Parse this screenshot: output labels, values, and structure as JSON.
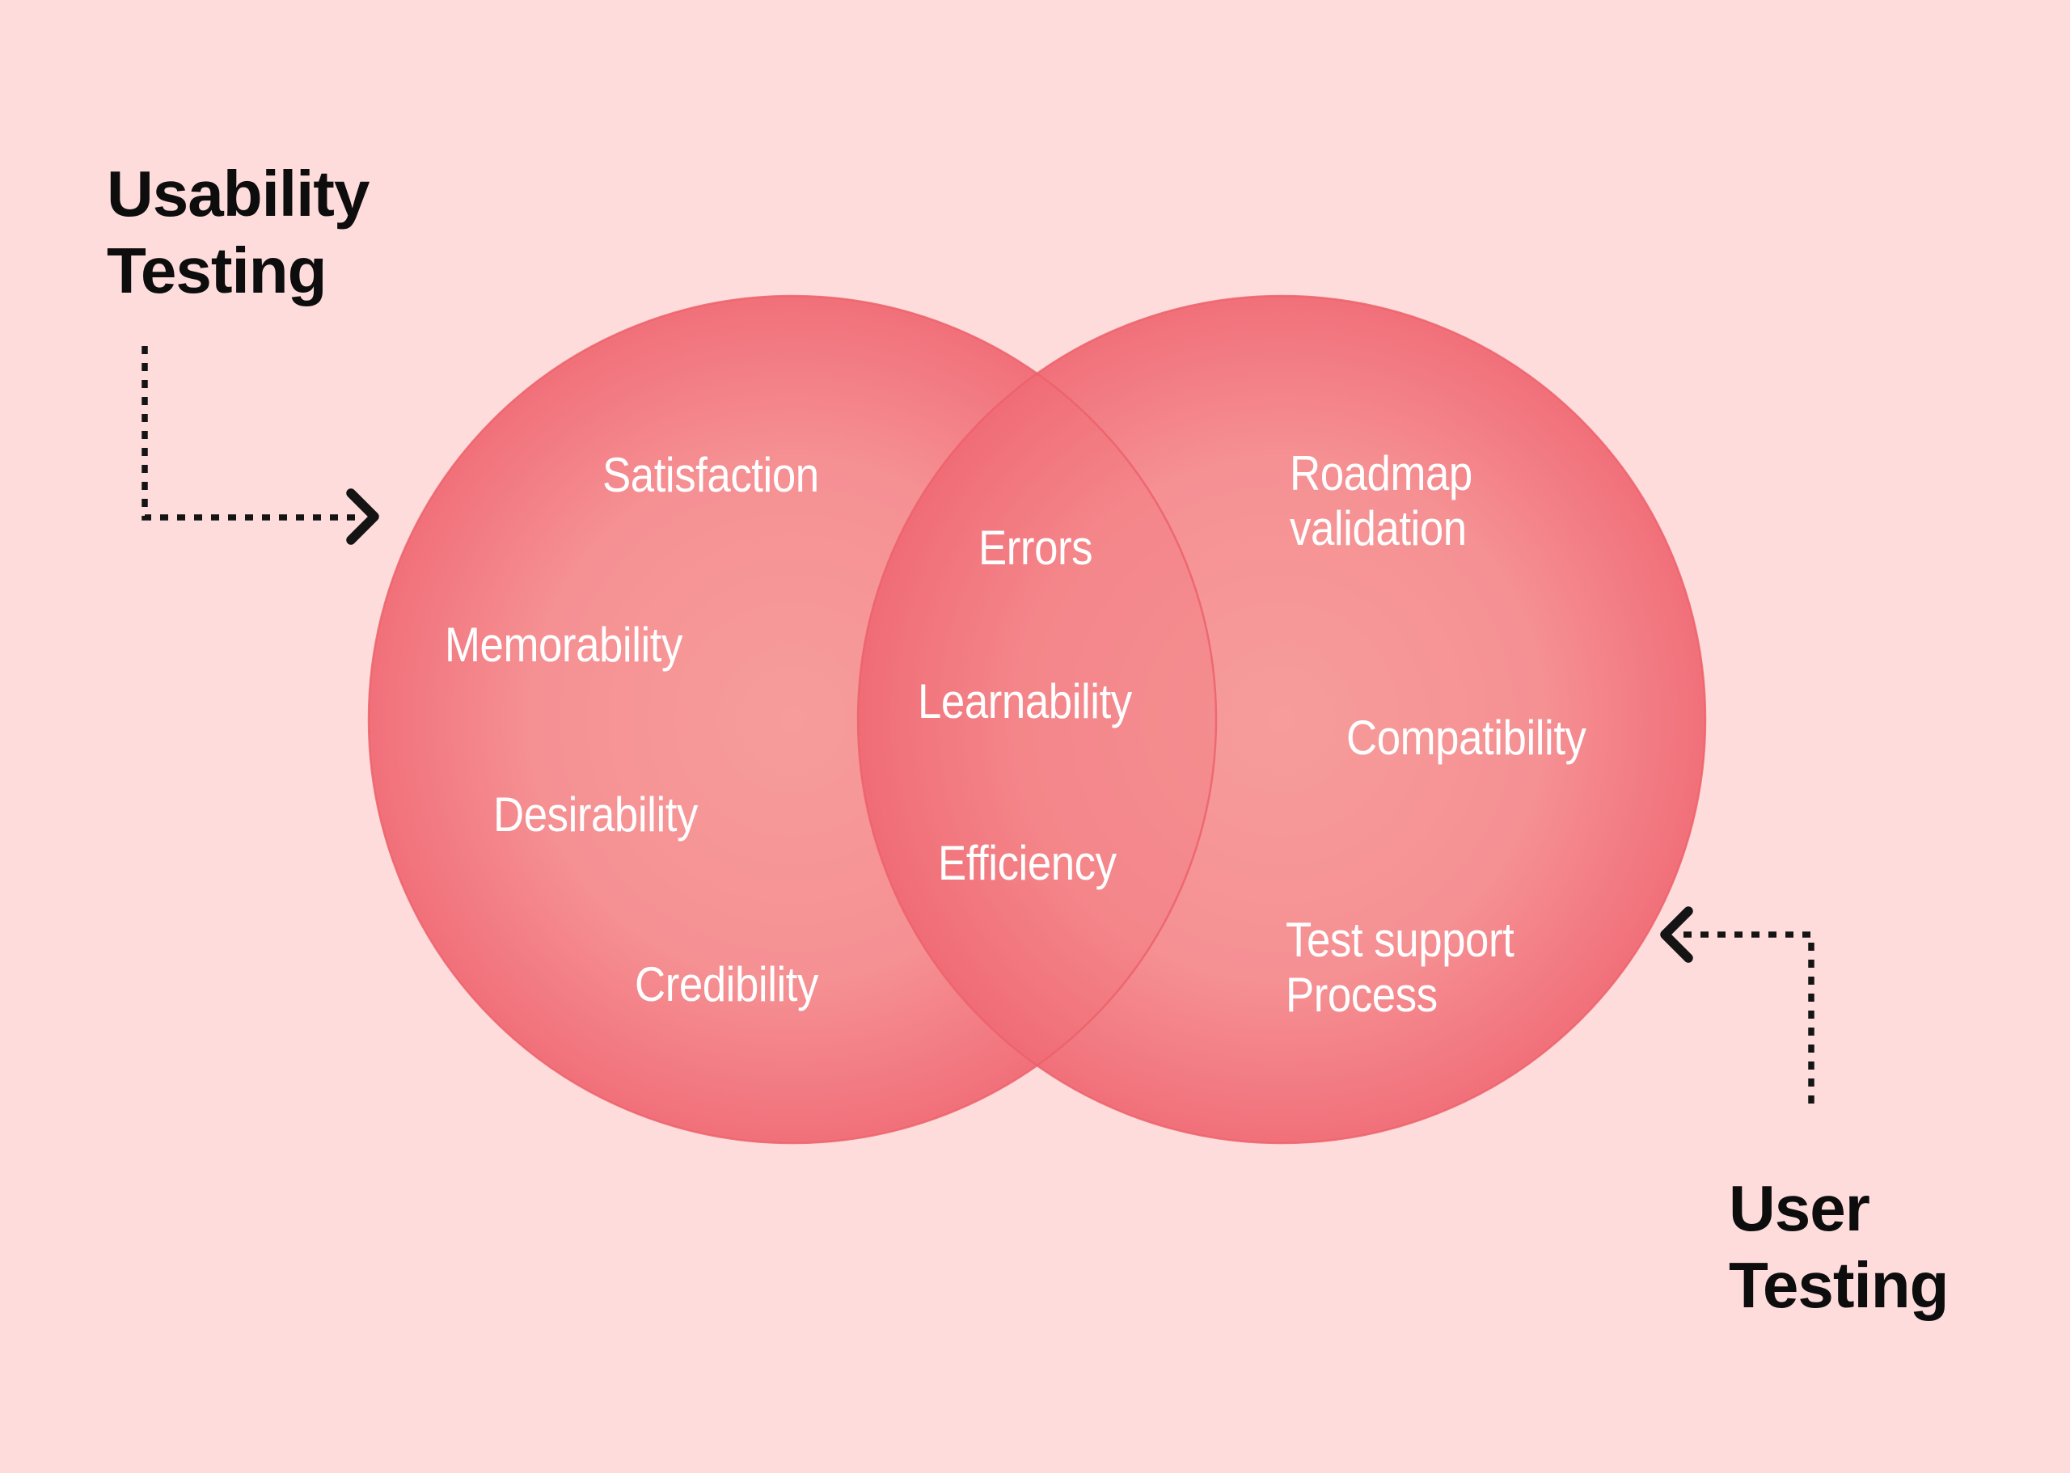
{
  "titles": {
    "left": {
      "lines": [
        "Usability",
        "Testing"
      ]
    },
    "right": {
      "lines": [
        "User",
        "Testing"
      ]
    }
  },
  "venn": {
    "left_circle": {
      "label": "Usability Testing",
      "items": [
        "Satisfaction",
        "Memorability",
        "Desirability",
        "Credibility"
      ]
    },
    "overlap": {
      "items": [
        "Errors",
        "Learnability",
        "Efficiency"
      ]
    },
    "right_circle": {
      "label": "User Testing",
      "items": [
        {
          "lines": [
            "Roadmap",
            "validation"
          ]
        },
        {
          "lines": [
            "Compatibility"
          ]
        },
        {
          "lines": [
            "Test support",
            "Process"
          ]
        }
      ]
    }
  },
  "icons": {
    "left_arrow": "dashed-elbow-arrow-pointing-right",
    "right_arrow": "dashed-elbow-arrow-pointing-left"
  },
  "colors": {
    "background": "#fedcdb",
    "circle_center": "#f79c9b",
    "circle_rim": "#f1707a",
    "circle_outline": "#ec626b",
    "overlap_tint": "rgba(238,96,104,0.20)",
    "label_text": "#ffffff",
    "title_text": "#0d0d0d",
    "arrow": "#141414"
  }
}
